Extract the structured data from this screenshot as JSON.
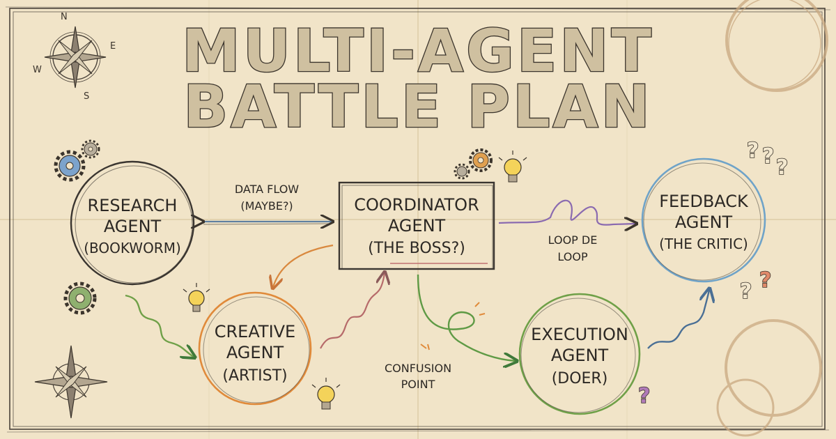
{
  "title": {
    "line1": "MULTI-AGENT",
    "line2": "BATTLE PLAN"
  },
  "compass": {
    "n": "N",
    "e": "E",
    "s": "S",
    "w": "W"
  },
  "nodes": {
    "research": {
      "line1": "RESEARCH",
      "line2": "AGENT",
      "line3": "(BOOKWORM)",
      "color": "#3a3530"
    },
    "coordinator": {
      "line1": "COORDINATOR",
      "line2": "AGENT",
      "line3": "(THE BOSS?)",
      "color": "#3a3530"
    },
    "feedback": {
      "line1": "FEEDBACK",
      "line2": "AGENT",
      "line3": "(THE CRITIC)",
      "color": "#6fa3c8"
    },
    "creative": {
      "line1": "CREATIVE",
      "line2": "AGENT",
      "line3": "(ARTIST)",
      "color": "#e08a3a"
    },
    "execution": {
      "line1": "EXECUTION",
      "line2": "AGENT",
      "line3": "(DOER)",
      "color": "#6fa048"
    }
  },
  "edges": {
    "data_flow": {
      "line1": "DATA FLOW",
      "line2": "(MAYBE?)",
      "color": "#5f7fa0"
    },
    "loop": {
      "line1": "LOOP DE",
      "line2": "LOOP",
      "color": "#8a6ab0"
    },
    "confusion": {
      "line1": "CONFUSION",
      "line2": "POINT",
      "color": "#5f9a45"
    }
  },
  "question_mark": "?"
}
